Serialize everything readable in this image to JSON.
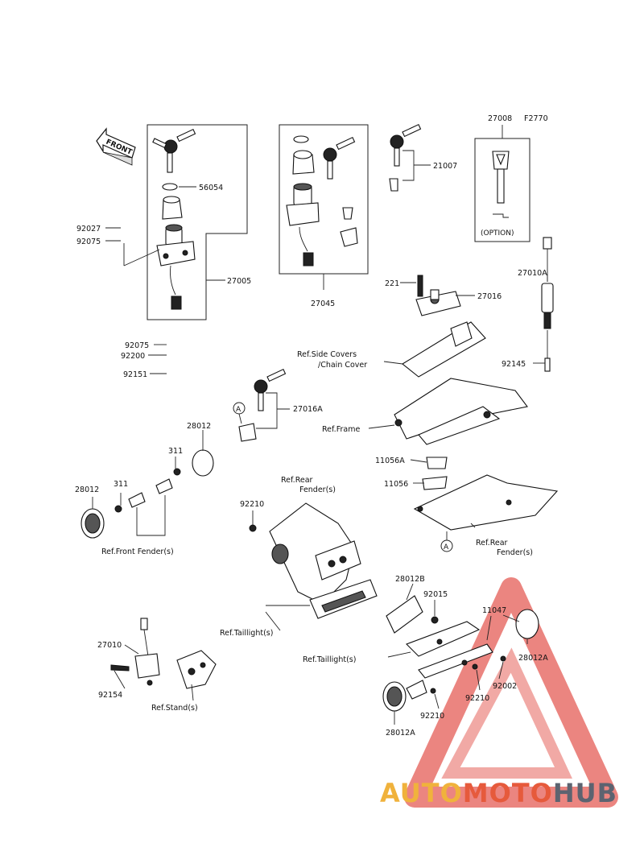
{
  "figure_code": "F2770",
  "front_label": "FRONT",
  "option_label": "(OPTION)",
  "circle_marker": "A",
  "parts": {
    "p27008": "27008",
    "p56054": "56054",
    "p92027": "92027",
    "p92075a": "92075",
    "p27005": "27005",
    "p92075b": "92075",
    "p92200": "92200",
    "p92151": "92151",
    "p27045": "27045",
    "p21007": "21007",
    "p27010A": "27010A",
    "p221": "221",
    "p27016": "27016",
    "p92145": "92145",
    "p27016A": "27016A",
    "p28012a": "28012",
    "p311a": "311",
    "p28012b": "28012",
    "p311b": "311",
    "p11056A": "11056A",
    "p11056": "11056",
    "p92210a": "92210",
    "p28012B": "28012B",
    "p92015": "92015",
    "p11047": "11047",
    "p27010": "27010",
    "p92154": "92154",
    "p28012A_r": "28012A",
    "p92210b": "92210",
    "p92002": "92002",
    "p92210c": "92210",
    "p28012A_b": "28012A"
  },
  "refs": {
    "side_covers_1": "Ref.Side Covers",
    "side_covers_2": "/Chain Cover",
    "frame": "Ref.Frame",
    "rear_fender_top_1": "Ref.Rear",
    "rear_fender_top_2": "Fender(s)",
    "rear_fender_right_1": "Ref.Rear",
    "rear_fender_right_2": "Fender(s)",
    "front_fender": "Ref.Front Fender(s)",
    "taillight_1": "Ref.Taillight(s)",
    "taillight_2": "Ref.Taillight(s)",
    "stand": "Ref.Stand(s)"
  },
  "watermark": {
    "part1": "AUTO",
    "part2": "MOTO",
    "part3": "HUB",
    "colors": {
      "auto": "#f0b23c",
      "moto": "#e65a3c",
      "hub": "#5c6370",
      "triangle": "#e8706a"
    }
  }
}
